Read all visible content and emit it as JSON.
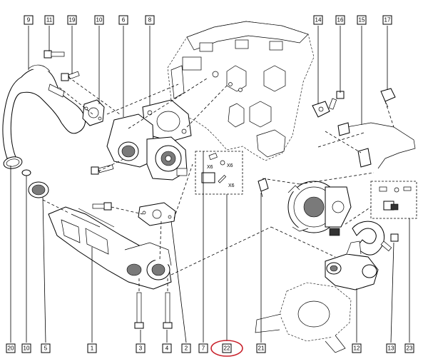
{
  "callouts": {
    "c9": "9",
    "c11": "11",
    "c19": "19",
    "c10top": "10",
    "c6": "6",
    "c8": "8",
    "c14": "14",
    "c16": "16",
    "c15": "15",
    "c17": "17",
    "c20": "20",
    "c10bot": "10",
    "c5": "5",
    "c1": "1",
    "c3": "3",
    "c4": "4",
    "c2": "2",
    "c7": "7",
    "c22": "22",
    "c21": "21",
    "c12": "12",
    "c13": "13",
    "c23": "23"
  },
  "kits": {
    "top_qty_a": "X6",
    "top_qty_b": "X6",
    "top_qty_c": "X6"
  },
  "highlight": {
    "item": "22",
    "color": "#c8202a"
  }
}
